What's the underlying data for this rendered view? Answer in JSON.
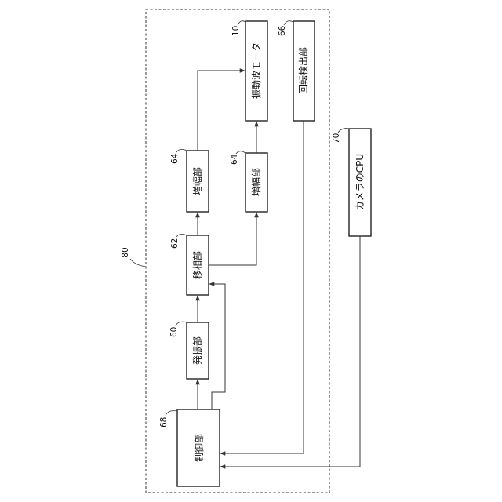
{
  "blocks": {
    "control": {
      "label": "制御部",
      "ref": "68"
    },
    "oscillator": {
      "label": "発振部",
      "ref": "60"
    },
    "phase_shifter": {
      "label": "移相部",
      "ref": "62"
    },
    "amplifier_a": {
      "label": "増幅部",
      "ref": "64"
    },
    "amplifier_b": {
      "label": "増幅部",
      "ref": "64"
    },
    "motor": {
      "label": "振動波モータ",
      "ref": "10"
    },
    "rotation_detector": {
      "label": "回転検出部",
      "ref": "66"
    },
    "camera_cpu": {
      "label": "カメラのCPU",
      "ref": "70"
    }
  },
  "enclosure": {
    "ref": "80"
  }
}
